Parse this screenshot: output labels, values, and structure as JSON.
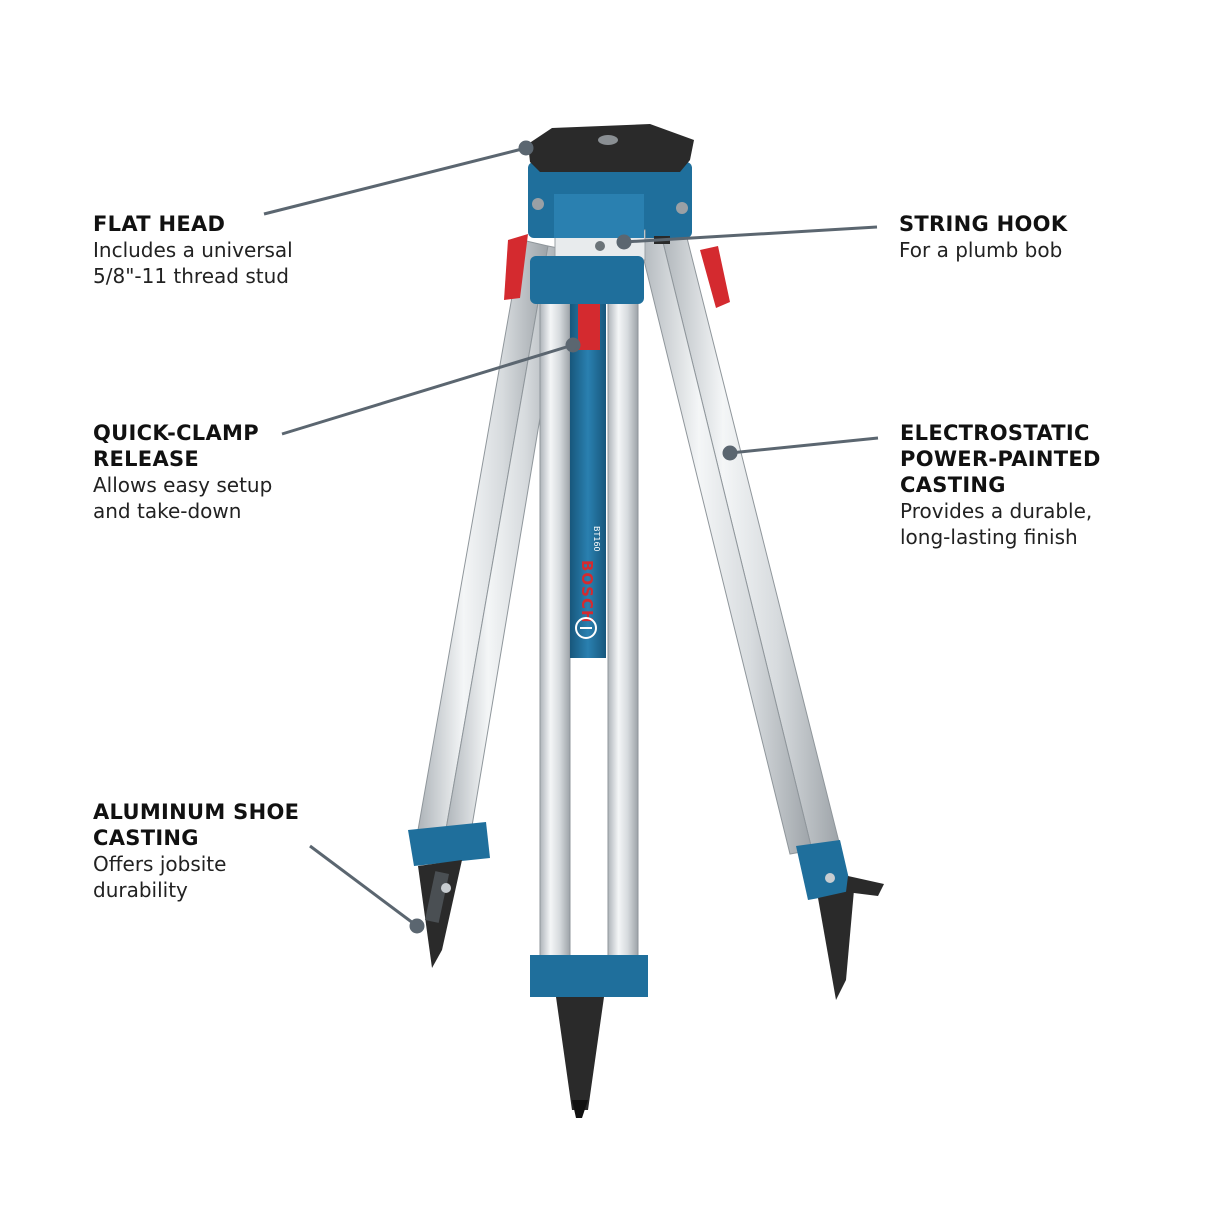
{
  "callouts": {
    "flat_head": {
      "title": "FLAT HEAD",
      "desc": "Includes a universal\n5/8\"-11 thread stud"
    },
    "string_hook": {
      "title": "STRING HOOK",
      "desc": "For a plumb bob"
    },
    "quick_clamp": {
      "title": "QUICK-CLAMP\nRELEASE",
      "desc": "Allows easy setup\nand take-down"
    },
    "casting": {
      "title": "ELECTROSTATIC\nPOWER-PAINTED\nCASTING",
      "desc": "Provides a durable,\nlong-lasting finish"
    },
    "shoe": {
      "title": "ALUMINUM SHOE\nCASTING",
      "desc": "Offers jobsite\ndurability"
    }
  },
  "product": {
    "brand": "BOSCH",
    "model": "BT160"
  },
  "colors": {
    "blue": "#1f6f9c",
    "red": "#d42a2f",
    "aluminum": "#d9dde0",
    "leader": "#5b6670",
    "rubber": "#2a2a2a"
  },
  "icons": [
    "bosch-logo-icon"
  ]
}
